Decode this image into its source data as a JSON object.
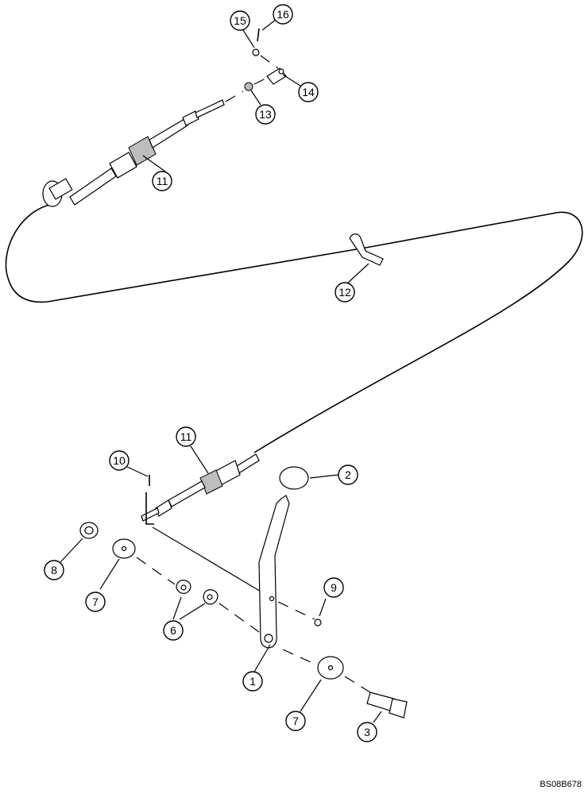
{
  "callouts": [
    {
      "id": "1",
      "label": "1"
    },
    {
      "id": "2",
      "label": "2"
    },
    {
      "id": "3",
      "label": "3"
    },
    {
      "id": "6",
      "label": "6"
    },
    {
      "id": "7a",
      "label": "7"
    },
    {
      "id": "7b",
      "label": "7"
    },
    {
      "id": "8",
      "label": "8"
    },
    {
      "id": "9",
      "label": "9"
    },
    {
      "id": "10",
      "label": "10"
    },
    {
      "id": "11a",
      "label": "11"
    },
    {
      "id": "11b",
      "label": "11"
    },
    {
      "id": "12",
      "label": "12"
    },
    {
      "id": "13",
      "label": "13"
    },
    {
      "id": "14",
      "label": "14"
    },
    {
      "id": "15",
      "label": "15"
    },
    {
      "id": "16",
      "label": "16"
    }
  ],
  "reference_code": "BS08B678"
}
